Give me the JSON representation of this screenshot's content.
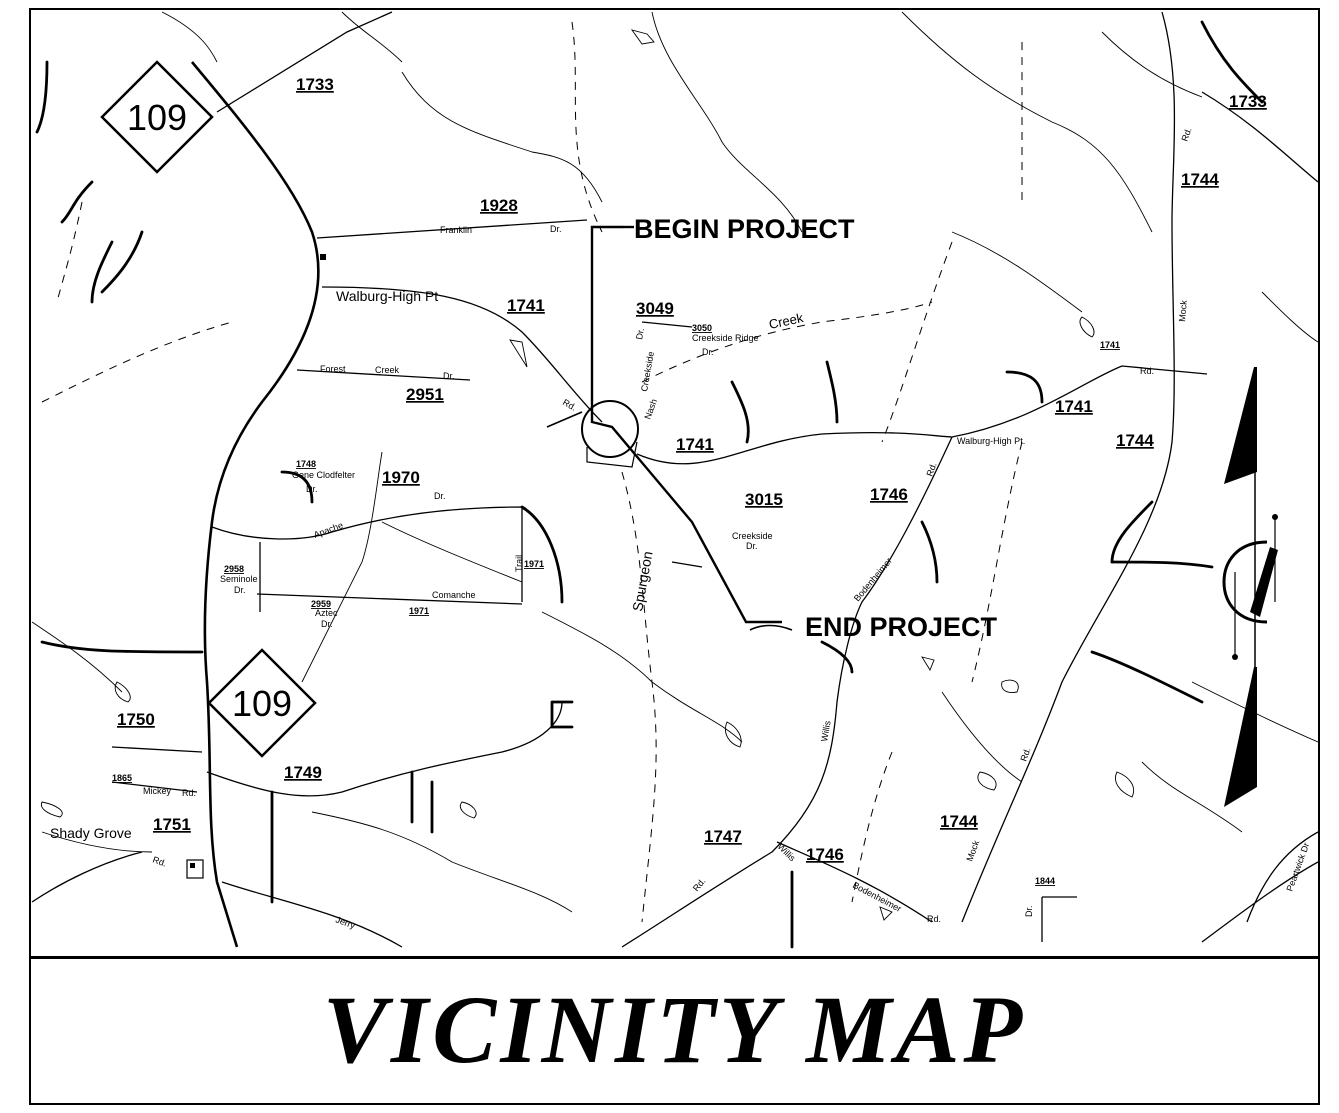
{
  "title": "VICINITY MAP",
  "project": {
    "begin": "BEGIN  PROJECT",
    "end": "END  PROJECT"
  },
  "highways": [
    "109",
    "109"
  ],
  "route_numbers": [
    "1733",
    "1733",
    "1928",
    "1741",
    "1741",
    "1741",
    "1741",
    "3049",
    "3050",
    "2951",
    "1748",
    "1970",
    "3015",
    "1746",
    "1744",
    "1744",
    "1744",
    "2958",
    "2959",
    "1971",
    "1971",
    "1750",
    "1749",
    "1865",
    "1751",
    "1747",
    "1746",
    "1844"
  ],
  "road_names": {
    "walburg_high_pt": "Walburg-High Pt",
    "walburg_high_pt_small": "Walburg-High Pt.",
    "franklin": "Franklin",
    "dr": "Dr.",
    "rd": "Rd.",
    "forest": "Forest",
    "creek": "Creek",
    "creek_label": "Creek",
    "creekside": "Creekside",
    "creekside_ridge": "Creekside Ridge",
    "gene_clodfelter": "Gene Clodfelter",
    "apache": "Apache",
    "seminole": "Seminole",
    "comanche": "Comanche",
    "aztec": "Aztec",
    "trail": "Trail",
    "mock": "Mock",
    "spurgeon": "Spurgeon",
    "bodenheimer": "Bodenheimer",
    "willis": "Willis",
    "mickey": "Mickey",
    "jerry": "Jerry",
    "nash": "Nash",
    "peartwick": "Peartwick Dr"
  },
  "places": {
    "shady_grove": "Shady Grove"
  }
}
